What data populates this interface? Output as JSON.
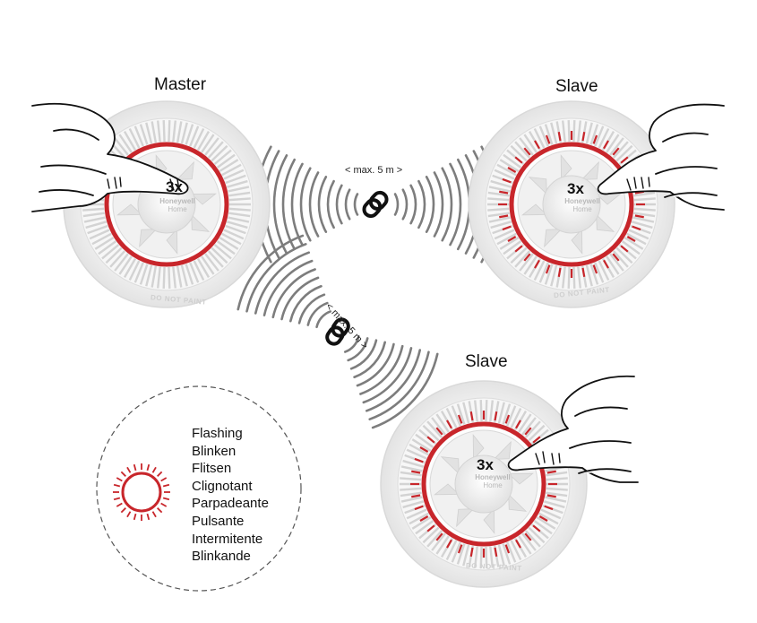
{
  "detectors": {
    "master": {
      "title": "Master",
      "press": "3x",
      "brand": "Honeywell",
      "brand_sub": "Home",
      "ring_text": "DO NOT PAINT"
    },
    "slave_right": {
      "title": "Slave",
      "press": "3x",
      "brand": "Honeywell",
      "brand_sub": "Home",
      "ring_text": "DO NOT PAINT"
    },
    "slave_bottom": {
      "title": "Slave",
      "press": "3x",
      "brand": "Honeywell",
      "brand_sub": "Home",
      "ring_text": "DO NOT PAINT"
    }
  },
  "links": {
    "horizontal_distance": "< max. 5 m >",
    "diagonal_distance": "< max. 5 m >"
  },
  "legend": {
    "items": [
      "Flashing",
      "Blinken",
      "Flitsen",
      "Clignotant",
      "Parpadeante",
      "Pulsante",
      "Intermitente",
      "Blinkande"
    ]
  },
  "colors": {
    "led_red": "#c8262b",
    "wave_gray": "#7d7d7d",
    "detector_gray": "#e6e6e6"
  },
  "icons": [
    "hand-icon",
    "link-icon",
    "radio-wave-icon",
    "led-ring-icon"
  ]
}
